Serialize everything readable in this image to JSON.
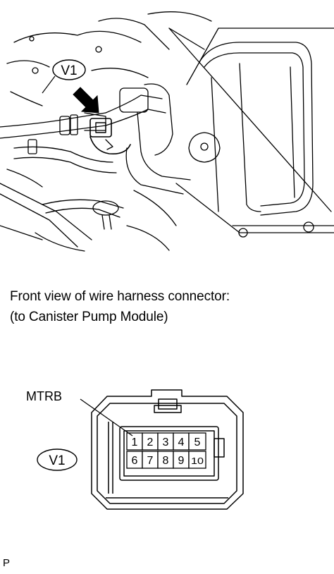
{
  "upper_view": {
    "connector_callout": "V1"
  },
  "caption": {
    "line1": "Front view of wire harness connector:",
    "line2": "(to Canister Pump Module)"
  },
  "connector_view": {
    "terminal_label": "MTRB",
    "connector_callout": "V1",
    "pins_top_row": [
      "1",
      "2",
      "3",
      "4",
      "5"
    ],
    "pins_bottom_row": [
      "6",
      "7",
      "8",
      "9",
      "10"
    ]
  },
  "footer": {
    "code": "P"
  }
}
